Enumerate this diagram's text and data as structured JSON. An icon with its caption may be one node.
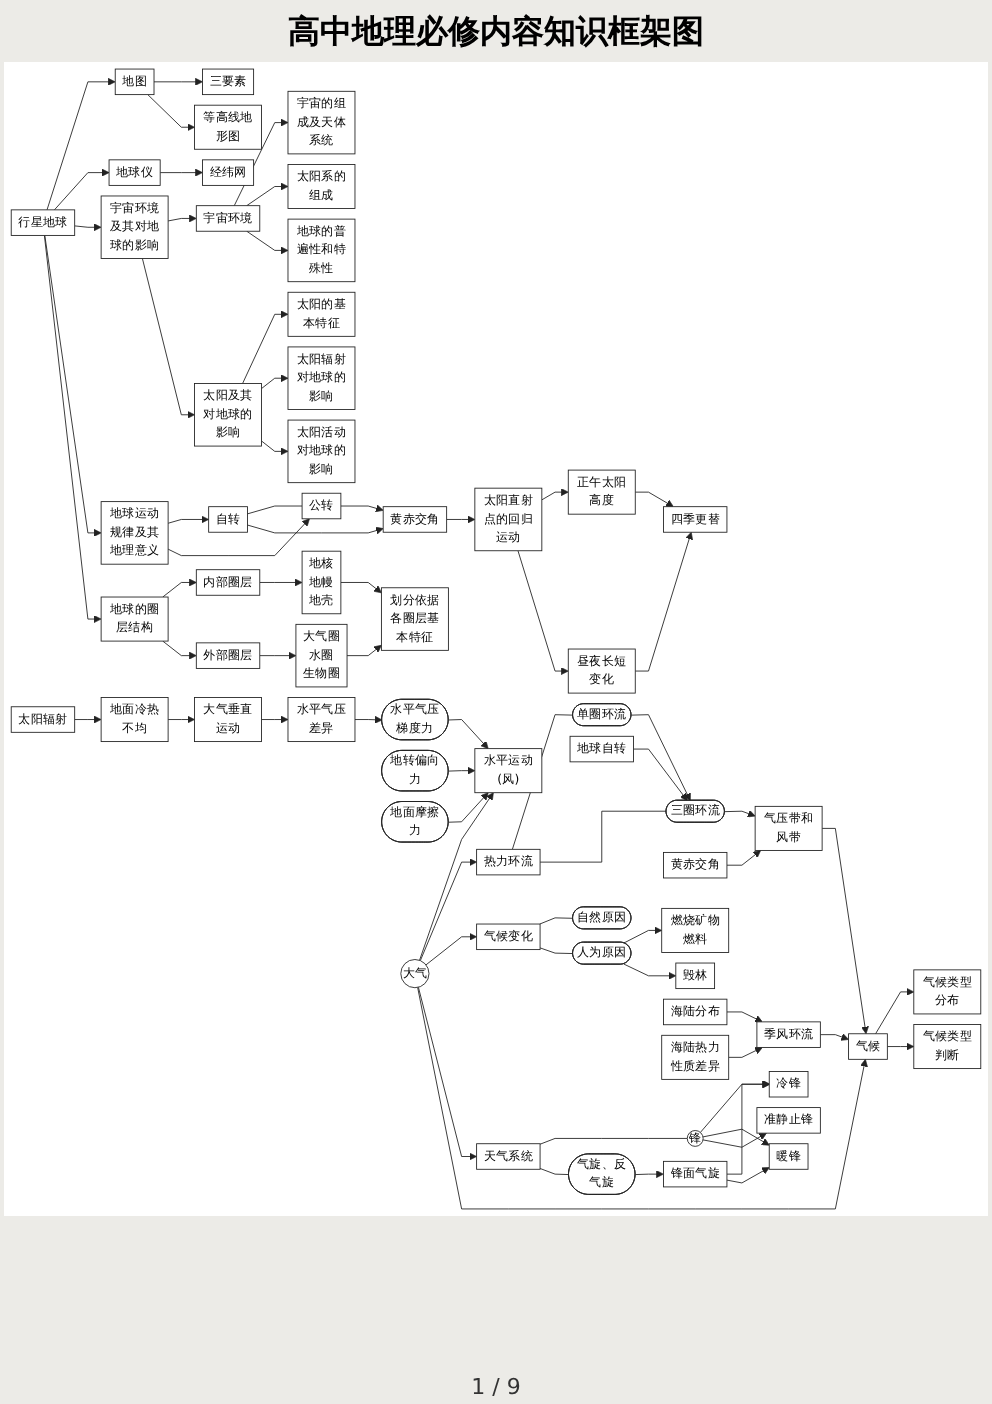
{
  "diagram": {
    "title": "高中地理必修内容知识框架图",
    "nodes": [
      {
        "text": [
          "三要素"
        ]
      },
      {
        "text": [
          "地图"
        ]
      },
      {
        "text": [
          "行星地球"
        ]
      },
      {
        "text": [
          "地球仪"
        ]
      },
      {
        "text": [
          "经纬网"
        ]
      },
      {
        "text": [
          "等高线地形图"
        ]
      },
      {
        "text": [
          "宇宙环境及其对地球的影响"
        ]
      },
      {
        "text": [
          "地球运动规律及其地理意义"
        ]
      },
      {
        "text": [
          "地球的圈层结构"
        ]
      },
      {
        "text": [
          "宇宙环境"
        ]
      },
      {
        "text": [
          "太阳及其对地球的影响"
        ]
      },
      {
        "text": [
          "自转"
        ]
      },
      {
        "text": [
          "公转"
        ]
      },
      {
        "text": [
          "内部圈层"
        ]
      },
      {
        "text": [
          "外部圈层"
        ]
      },
      {
        "text": [
          "宇宙的组成及天体系统"
        ]
      },
      {
        "text": [
          "太阳系的组成"
        ]
      },
      {
        "text": [
          "地球的普遍性和特殊性"
        ]
      },
      {
        "text": [
          "太阳的基本特征"
        ]
      },
      {
        "text": [
          "太阳辐射对地球的影响"
        ]
      },
      {
        "text": [
          "太阳活动对地球的影响"
        ]
      },
      {
        "text": [
          "黄赤交角"
        ]
      },
      {
        "text": [
          "地核",
          "地幔",
          "地壳"
        ]
      },
      {
        "text": [
          "大气圈",
          "水圈",
          "生物圈"
        ]
      },
      {
        "text": [
          "太阳直射点的回归运动"
        ]
      },
      {
        "text": [
          "正午太阳高度"
        ]
      },
      {
        "text": [
          "昼夜长短变化"
        ]
      },
      {
        "text": [
          "划分依据各圈层基本特征"
        ]
      },
      {
        "text": [
          "四季更替"
        ]
      },
      {
        "text": [
          "水平气压差异"
        ]
      },
      {
        "text": [
          "大气垂直运动"
        ]
      },
      {
        "text": [
          "地面冷热不均"
        ]
      },
      {
        "text": [
          "水平气压梯度力"
        ]
      },
      {
        "text": [
          "地转偏向力"
        ]
      },
      {
        "text": [
          "地面摩擦力"
        ]
      },
      {
        "text": [
          "太阳辐射"
        ]
      },
      {
        "text": [
          "单圈环流"
        ]
      },
      {
        "text": [
          "水平运动(风)"
        ]
      },
      {
        "text": [
          "地球自转"
        ]
      },
      {
        "text": [
          "热力环流"
        ]
      },
      {
        "text": [
          "大气"
        ]
      },
      {
        "text": [
          "气候变化"
        ]
      },
      {
        "text": [
          "自然原因"
        ]
      },
      {
        "text": [
          "人为原因"
        ]
      },
      {
        "text": [
          "燃烧矿物燃料"
        ]
      },
      {
        "text": [
          "黄赤交角"
        ]
      },
      {
        "text": [
          "三圈环流"
        ]
      },
      {
        "text": [
          "天气系统"
        ]
      },
      {
        "text": [
          "毁林"
        ]
      },
      {
        "text": [
          "气压带和风带"
        ]
      },
      {
        "text": [
          "海陆分布"
        ]
      },
      {
        "text": [
          "季风环流"
        ]
      },
      {
        "text": [
          "气候"
        ]
      },
      {
        "text": [
          "锋"
        ]
      },
      {
        "text": [
          "气旋、反气旋"
        ]
      },
      {
        "text": [
          "海陆热力性质差异"
        ]
      },
      {
        "text": [
          "气候类型分布"
        ]
      },
      {
        "text": [
          "气候类型判断"
        ]
      },
      {
        "text": [
          "冷锋"
        ]
      },
      {
        "text": [
          "暖锋"
        ]
      },
      {
        "text": [
          "准静止锋"
        ]
      },
      {
        "text": [
          "锋面气旋"
        ]
      }
    ],
    "edges": [
      {
        "from": 1,
        "to": 0,
        "arrow": "to"
      },
      {
        "from": 1,
        "to": 5,
        "arrow": "to"
      },
      {
        "from": 2,
        "to": 1,
        "arrow": "to"
      },
      {
        "from": 2,
        "to": 3,
        "arrow": "to"
      },
      {
        "from": 3,
        "to": 4,
        "arrow": "to"
      },
      {
        "from": 2,
        "to": 6,
        "arrow": "to"
      },
      {
        "from": 2,
        "to": 7,
        "arrow": "to"
      },
      {
        "from": 2,
        "to": 8,
        "arrow": "to"
      },
      {
        "from": 6,
        "to": 9,
        "arrow": "to"
      },
      {
        "from": 6,
        "to": 10,
        "arrow": "to"
      },
      {
        "from": 7,
        "to": 11,
        "arrow": "to"
      },
      {
        "from": 7,
        "to": 12,
        "arrow": "to"
      },
      {
        "from": 8,
        "to": 13,
        "arrow": "to"
      },
      {
        "from": 8,
        "to": 14,
        "arrow": "to"
      },
      {
        "from": 11,
        "to": 12,
        "arrow": "none"
      },
      {
        "from": 9,
        "to": 15,
        "arrow": "to"
      },
      {
        "from": 9,
        "to": 16,
        "arrow": "to"
      },
      {
        "from": 9,
        "to": 17,
        "arrow": "to"
      },
      {
        "from": 10,
        "to": 18,
        "arrow": "to"
      },
      {
        "from": 10,
        "to": 19,
        "arrow": "to"
      },
      {
        "from": 10,
        "to": 20,
        "arrow": "to"
      },
      {
        "from": 11,
        "to": 21,
        "arrow": "to"
      },
      {
        "from": 12,
        "to": 21,
        "arrow": "to"
      },
      {
        "from": 13,
        "to": 22,
        "arrow": "to"
      },
      {
        "from": 14,
        "to": 23,
        "arrow": "to"
      },
      {
        "from": 21,
        "to": 24,
        "arrow": "to"
      },
      {
        "from": 24,
        "to": 25,
        "arrow": "to"
      },
      {
        "from": 24,
        "to": 26,
        "arrow": "to"
      },
      {
        "from": 25,
        "to": 28,
        "arrow": "to"
      },
      {
        "from": 26,
        "to": 28,
        "arrow": "to"
      },
      {
        "from": 22,
        "to": 27,
        "arrow": "to"
      },
      {
        "from": 23,
        "to": 27,
        "arrow": "to"
      },
      {
        "from": 30,
        "to": 29,
        "arrow": "to"
      },
      {
        "from": 31,
        "to": 30,
        "arrow": "to"
      },
      {
        "from": 35,
        "to": 31,
        "arrow": "to"
      },
      {
        "from": 29,
        "to": 32,
        "arrow": "to"
      },
      {
        "from": 32,
        "to": 37,
        "arrow": "to"
      },
      {
        "from": 33,
        "to": 37,
        "arrow": "to"
      },
      {
        "from": 34,
        "to": 37,
        "arrow": "to"
      },
      {
        "from": 36,
        "to": 46,
        "arrow": "to"
      },
      {
        "from": 38,
        "to": 46,
        "arrow": "to"
      },
      {
        "from": 39,
        "to": 36,
        "arrow": "none"
      },
      {
        "from": 39,
        "to": 46,
        "arrow": "none"
      },
      {
        "from": 40,
        "to": 37,
        "arrow": "to"
      },
      {
        "from": 40,
        "to": 39,
        "arrow": "to"
      },
      {
        "from": 40,
        "to": 41,
        "arrow": "to"
      },
      {
        "from": 41,
        "to": 42,
        "arrow": "none"
      },
      {
        "from": 41,
        "to": 43,
        "arrow": "none"
      },
      {
        "from": 43,
        "to": 44,
        "arrow": "to"
      },
      {
        "from": 43,
        "to": 48,
        "arrow": "to"
      },
      {
        "from": 40,
        "to": 47,
        "arrow": "to"
      },
      {
        "from": 40,
        "to": 52,
        "arrow": "to"
      },
      {
        "from": 45,
        "to": 49,
        "arrow": "to"
      },
      {
        "from": 46,
        "to": 49,
        "arrow": "to"
      },
      {
        "from": 49,
        "to": 52,
        "arrow": "to"
      },
      {
        "from": 50,
        "to": 51,
        "arrow": "to"
      },
      {
        "from": 55,
        "to": 51,
        "arrow": "to"
      },
      {
        "from": 51,
        "to": 52,
        "arrow": "to"
      },
      {
        "from": 52,
        "to": 56,
        "arrow": "to"
      },
      {
        "from": 52,
        "to": 57,
        "arrow": "to"
      },
      {
        "from": 47,
        "to": 53,
        "arrow": "none"
      },
      {
        "from": 47,
        "to": 54,
        "arrow": "none"
      },
      {
        "from": 53,
        "to": 58,
        "arrow": "to"
      },
      {
        "from": 53,
        "to": 59,
        "arrow": "to"
      },
      {
        "from": 53,
        "to": 60,
        "arrow": "to"
      },
      {
        "from": 54,
        "to": 61,
        "arrow": "to"
      },
      {
        "from": 61,
        "to": 58,
        "arrow": "to"
      },
      {
        "from": 61,
        "to": 59,
        "arrow": "to"
      }
    ],
    "labels": [
      "1 / 9"
    ]
  }
}
